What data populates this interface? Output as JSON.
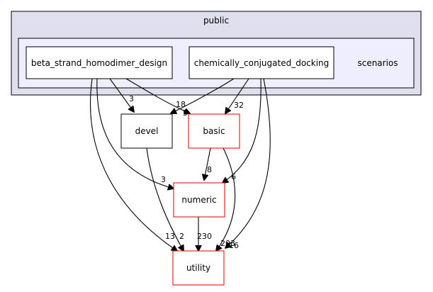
{
  "clusters": {
    "outer": {
      "label": "public",
      "fill": "#dfdfed",
      "stroke": "#000000"
    },
    "inner": {
      "label": "scenarios",
      "fill": "#eeeefe",
      "stroke": "#000000"
    }
  },
  "nodes": {
    "beta_strand": {
      "label": "beta_strand_homodimer_design",
      "stroke": "#000000"
    },
    "chem_conj": {
      "label": "chemically_conjugated_docking",
      "stroke": "#000000"
    },
    "devel": {
      "label": "devel",
      "stroke": "#000000"
    },
    "basic": {
      "label": "basic",
      "stroke": "#e00000"
    },
    "numeric": {
      "label": "numeric",
      "stroke": "#e00000"
    },
    "utility": {
      "label": "utility",
      "stroke": "#e00000"
    }
  },
  "edges": {
    "beta_devel": {
      "label": "3"
    },
    "beta_basic": {
      "label": "18"
    },
    "beta_numeric": {
      "label": "3"
    },
    "beta_utility": {
      "label": "13"
    },
    "chem_devel": {
      "label": "5"
    },
    "chem_basic": {
      "label": "32"
    },
    "chem_numeric": {
      "label": "6"
    },
    "chem_utility": {
      "label": "16"
    },
    "devel_utility": {
      "label": "2"
    },
    "basic_numeric": {
      "label": "8"
    },
    "basic_utility": {
      "label": "203"
    },
    "numeric_utility": {
      "label": "230"
    }
  }
}
